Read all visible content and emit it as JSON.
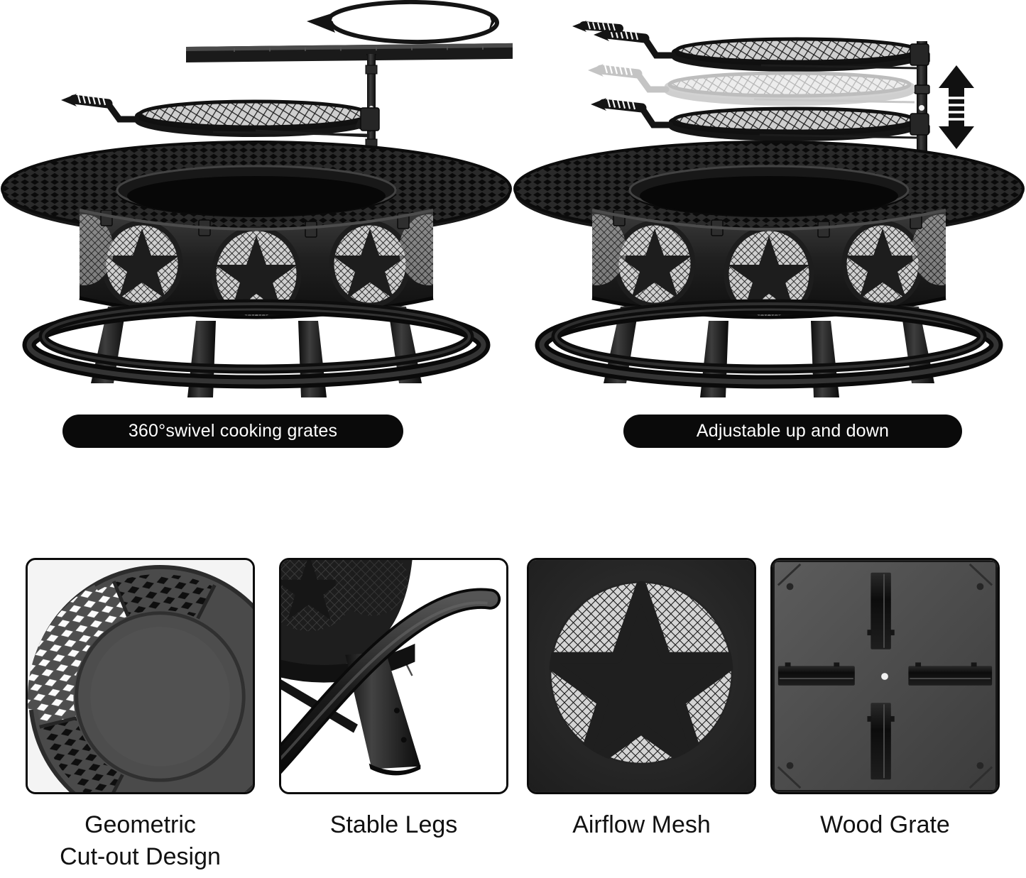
{
  "scenes": [
    {
      "id": "swivel-scene",
      "alt": "Fire pit with 360 degree swivel cooking grate and circular rotation arrow",
      "badge": "360°swivel cooking grates",
      "annotation_icon": "rotation-arrow-icon"
    },
    {
      "id": "height-scene",
      "alt": "Fire pit with cooking grate shown at three adjustable heights and up-down arrow",
      "badge": "Adjustable up and down",
      "annotation_icon": "up-down-arrow-icon"
    }
  ],
  "panels": [
    {
      "id": "geometric-cutout",
      "icon": "diamond-mesh-tabletop-icon",
      "caption": "Geometric\nCut-out Design",
      "background": "#f2f2f2"
    },
    {
      "id": "stable-legs",
      "icon": "leg-and-footring-icon",
      "caption": "Stable Legs",
      "background": "#ffffff"
    },
    {
      "id": "airflow-mesh",
      "icon": "star-mesh-panel-icon",
      "caption": "Airflow Mesh",
      "background": "#2b2b2b"
    },
    {
      "id": "wood-grate",
      "icon": "cross-bar-grate-icon",
      "caption": "Wood Grate",
      "background": "#4a4a4a"
    }
  ],
  "colors": {
    "badge_background": "#0a0a0a",
    "badge_text": "#ffffff",
    "product_black": "#1c1c1c",
    "product_mid": "#3a3a3a",
    "product_light": "#c9c9c9",
    "ghost_grate": "#cfcfcf",
    "page_background": "#ffffff",
    "caption_text": "#111111"
  }
}
